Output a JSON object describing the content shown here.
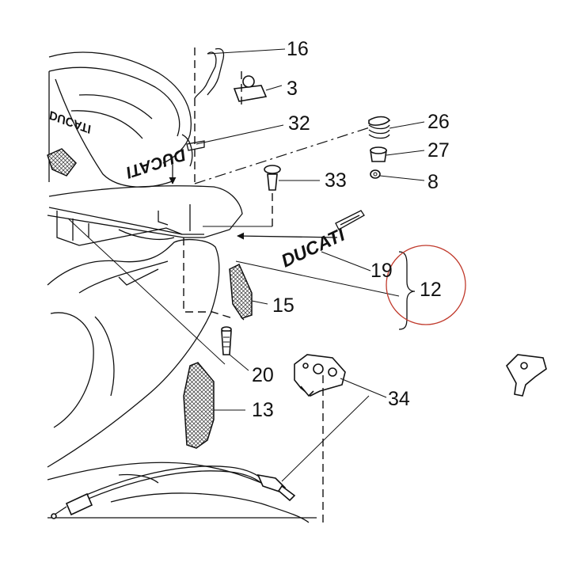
{
  "labels": {
    "p16": "16",
    "p3": "3",
    "p32": "32",
    "p26": "26",
    "p27": "27",
    "p8": "8",
    "p33": "33",
    "p19": "19",
    "p12": "12",
    "p15": "15",
    "p20": "20",
    "p13": "13",
    "p34": "34"
  },
  "brand": {
    "seat_logo": "DUCATI",
    "tail_logo": "DUCATI",
    "decal_logo": "DUCATI"
  },
  "colors": {
    "ink": "#111111",
    "highlight_circle": "#c0392b"
  }
}
